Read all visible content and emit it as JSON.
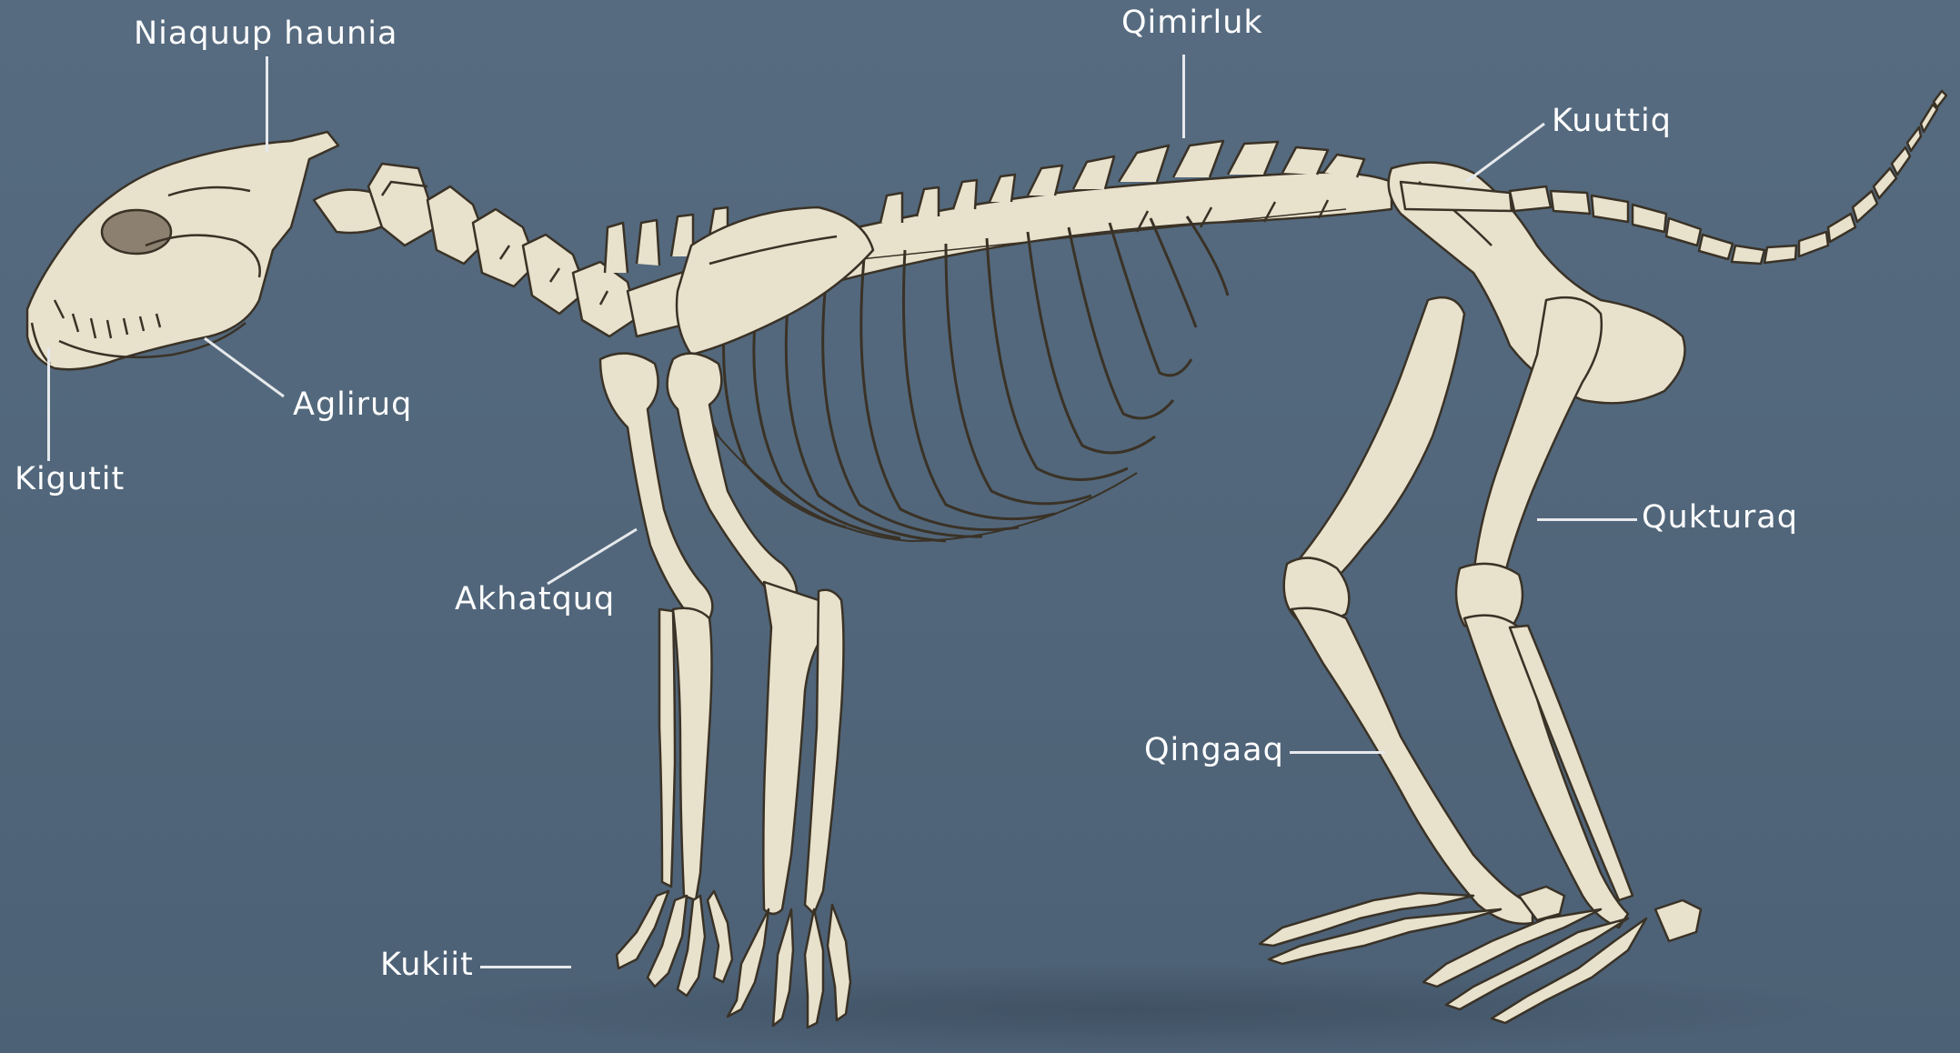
{
  "labels": {
    "skull": "Niaquup haunia",
    "teeth": "Kigutit",
    "jaw": "Agliruq",
    "spine": "Qimirluk",
    "pelvis": "Kuuttiq",
    "forelimb": "Akhatquq",
    "claws": "Kukiit",
    "femur": "Qukturaq",
    "shin": "Qingaaq"
  },
  "colors": {
    "background": "#53687c",
    "bone": "#e8e1cc",
    "bone_outline": "#3a3226",
    "label_text": "#ffffff",
    "leader_line": "#e6e9ec"
  }
}
